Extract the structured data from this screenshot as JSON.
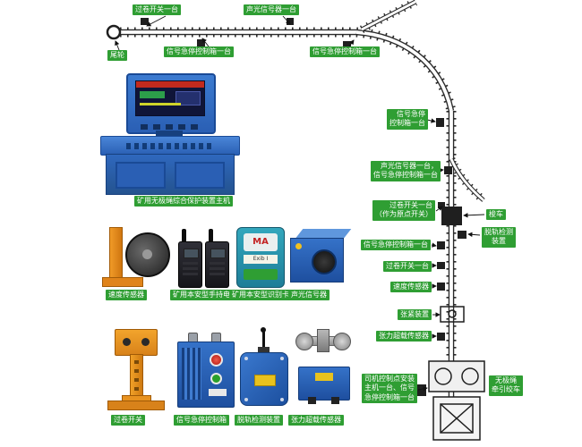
{
  "colors": {
    "label-green": "#2f9e33",
    "device-blue": "#2b66be",
    "accent-orange": "#e8891c"
  },
  "schematic": {
    "top_labels": {
      "overwind": "过卷开关一台",
      "sound_signal": "声光信号器一台",
      "tail_wheel": "尾轮",
      "ctrl_box_1": "信号急停控制箱一台",
      "ctrl_box_2": "信号急停控制箱一台"
    },
    "right_labels": {
      "ctrl_box": "信号急停\n控制箱一台",
      "sound_and_ctrl": "声光信号器一台，\n信号急停控制箱一台",
      "overwind_origin": "过卷开关一台\n（作为原点开关）",
      "shuttle_car": "梭车",
      "derail_detector": "脱轨检测\n装置",
      "ctrl_box_3": "信号急停控制箱一台",
      "overwind_2": "过卷开关一台",
      "speed_sensor": "速度传感器",
      "tension_device": "张紧装置",
      "tension_sensor": "张力超载传感器",
      "driver_point": "司机控制点安装\n主机一台、信号\n急停控制箱一台",
      "winch": "无极绳\n牵引绞车"
    }
  },
  "console": {
    "label": "矿用无极绳综合保护装置主机"
  },
  "products": {
    "speed_sensor": "速度传感器",
    "handheld_radio": "矿用本安型手持电台",
    "id_card": "矿用本安型识别卡",
    "sound_signal": "声光信号器",
    "overwind_switch": "过卷开关",
    "ctrl_box": "信号急停控制箱",
    "derail_detector": "脱轨检测装置",
    "tension_sensor": "张力超载传感器"
  },
  "id_card_detail": {
    "ma_logo": "MA",
    "cert_text": "Exib I"
  }
}
